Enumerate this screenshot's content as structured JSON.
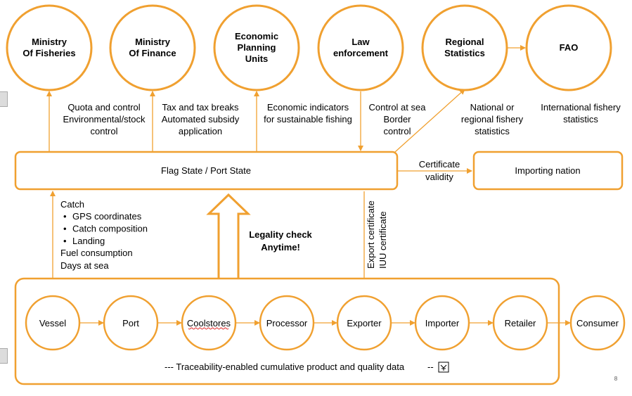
{
  "top_nodes": [
    {
      "lines": [
        "Ministry",
        "Of Fisheries"
      ]
    },
    {
      "lines": [
        "Ministry",
        "Of Finance"
      ]
    },
    {
      "lines": [
        "Economic",
        "Planning",
        "Units"
      ]
    },
    {
      "lines": [
        "Law",
        "enforcement"
      ]
    },
    {
      "lines": [
        "Regional",
        "Statistics"
      ]
    },
    {
      "lines": [
        "FAO"
      ]
    }
  ],
  "top_labels": [
    {
      "lines": [
        "Quota and control",
        "Environmental/stock",
        "control"
      ]
    },
    {
      "lines": [
        "Tax and tax breaks",
        "Automated subsidy",
        "application"
      ]
    },
    {
      "lines": [
        "Economic indicators",
        "for sustainable fishing"
      ]
    },
    {
      "lines": [
        "Control at sea",
        "Border",
        "control"
      ]
    },
    {
      "lines": [
        "National or",
        "regional fishery",
        "statistics"
      ]
    },
    {
      "lines": [
        "International fishery",
        "statistics"
      ]
    }
  ],
  "flag_state": "Flag State / Port State",
  "certificate_validity": [
    "Certificate",
    "validity"
  ],
  "importing_nation": "Importing nation",
  "catch_info": {
    "title": "Catch",
    "bullets": [
      "GPS coordinates",
      "Catch composition",
      "Landing"
    ],
    "extra": [
      "Fuel consumption",
      "Days at sea"
    ]
  },
  "legality_check": [
    "Legality check",
    "Anytime!"
  ],
  "export_labels": [
    "Export certificate",
    "IUU certificate"
  ],
  "chain_nodes": [
    "Vessel",
    "Port",
    "Coolstores",
    "Processor",
    "Exporter",
    "Importer",
    "Retailer",
    "Consumer"
  ],
  "traceability_text": "--- Traceability-enabled cumulative product and quality data",
  "trailing_mark": "--",
  "page_number": "8",
  "colors": {
    "accent": "#f0a030",
    "text": "#000000",
    "spellcheck": "#e02020"
  }
}
